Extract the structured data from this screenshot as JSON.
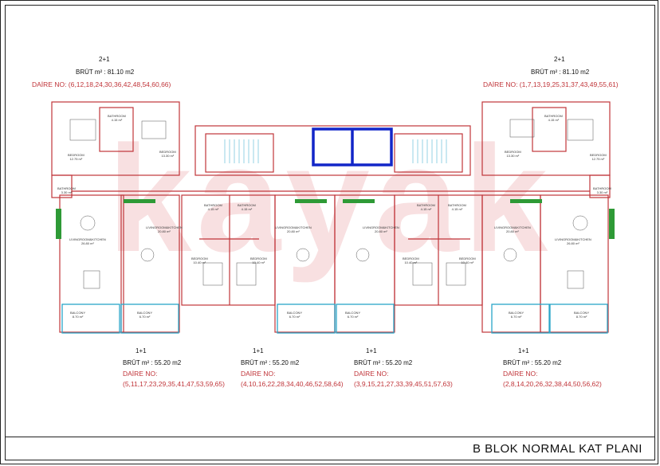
{
  "watermark": "kayak",
  "units_2plus1": [
    {
      "type": "2+1",
      "brut": "BRÜT m² : 81.10 m2",
      "daire_no": "DAİRE NO: (6,12,18,24,30,36,42,48,54,60,66)"
    },
    {
      "type": "2+1",
      "brut": "BRÜT m² : 81.10 m2",
      "daire_no": "DAİRE NO: (1,7,13,19,25,31,37,43,49,55,61)"
    }
  ],
  "units_1plus1": [
    {
      "type": "1+1",
      "brut": "BRÜT m² : 55.20 m2",
      "daire_label": "DAİRE NO:",
      "daire_list": "(5,11,17,23,29,35,41,47,53,59,65)"
    },
    {
      "type": "1+1",
      "brut": "BRÜT m² : 55.20 m2",
      "daire_label": "DAİRE NO:",
      "daire_list": "(4,10,16,22,28,34,40,46,52,58,64)"
    },
    {
      "type": "1+1",
      "brut": "BRÜT m² : 55.20 m2",
      "daire_label": "DAİRE NO:",
      "daire_list": "(3,9,15,21,27,33,39,45,51,57,63)"
    },
    {
      "type": "1+1",
      "brut": "BRÜT m² : 55.20 m2",
      "daire_label": "DAİRE NO:",
      "daire_list": "(2,8,14,20,26,32,38,44,50,56,62)"
    }
  ],
  "rooms": {
    "bathroom": "BATHROOM",
    "bedroom": "BEDROOM",
    "living_kitchen": "LIVINGROOM&KITCHEN",
    "balcony": "BALCONY",
    "a_bath_big": "4.15 m²",
    "a_bedroom_big": "12.75 m²",
    "a_bedroom_2": "13.30 m²",
    "a_bath_small": "3.30 m²",
    "a_living_big": "26.80 m²",
    "a_balcony_big": "8.70 m²",
    "a_balcony_small": "6.70 m²",
    "a_living_small": "20.80 m²",
    "a_bath_small_unit": "4.15 m²",
    "a_bedroom_small": "10.40 m²"
  },
  "plan_title": "B BLOK NORMAL KAT PLANI"
}
